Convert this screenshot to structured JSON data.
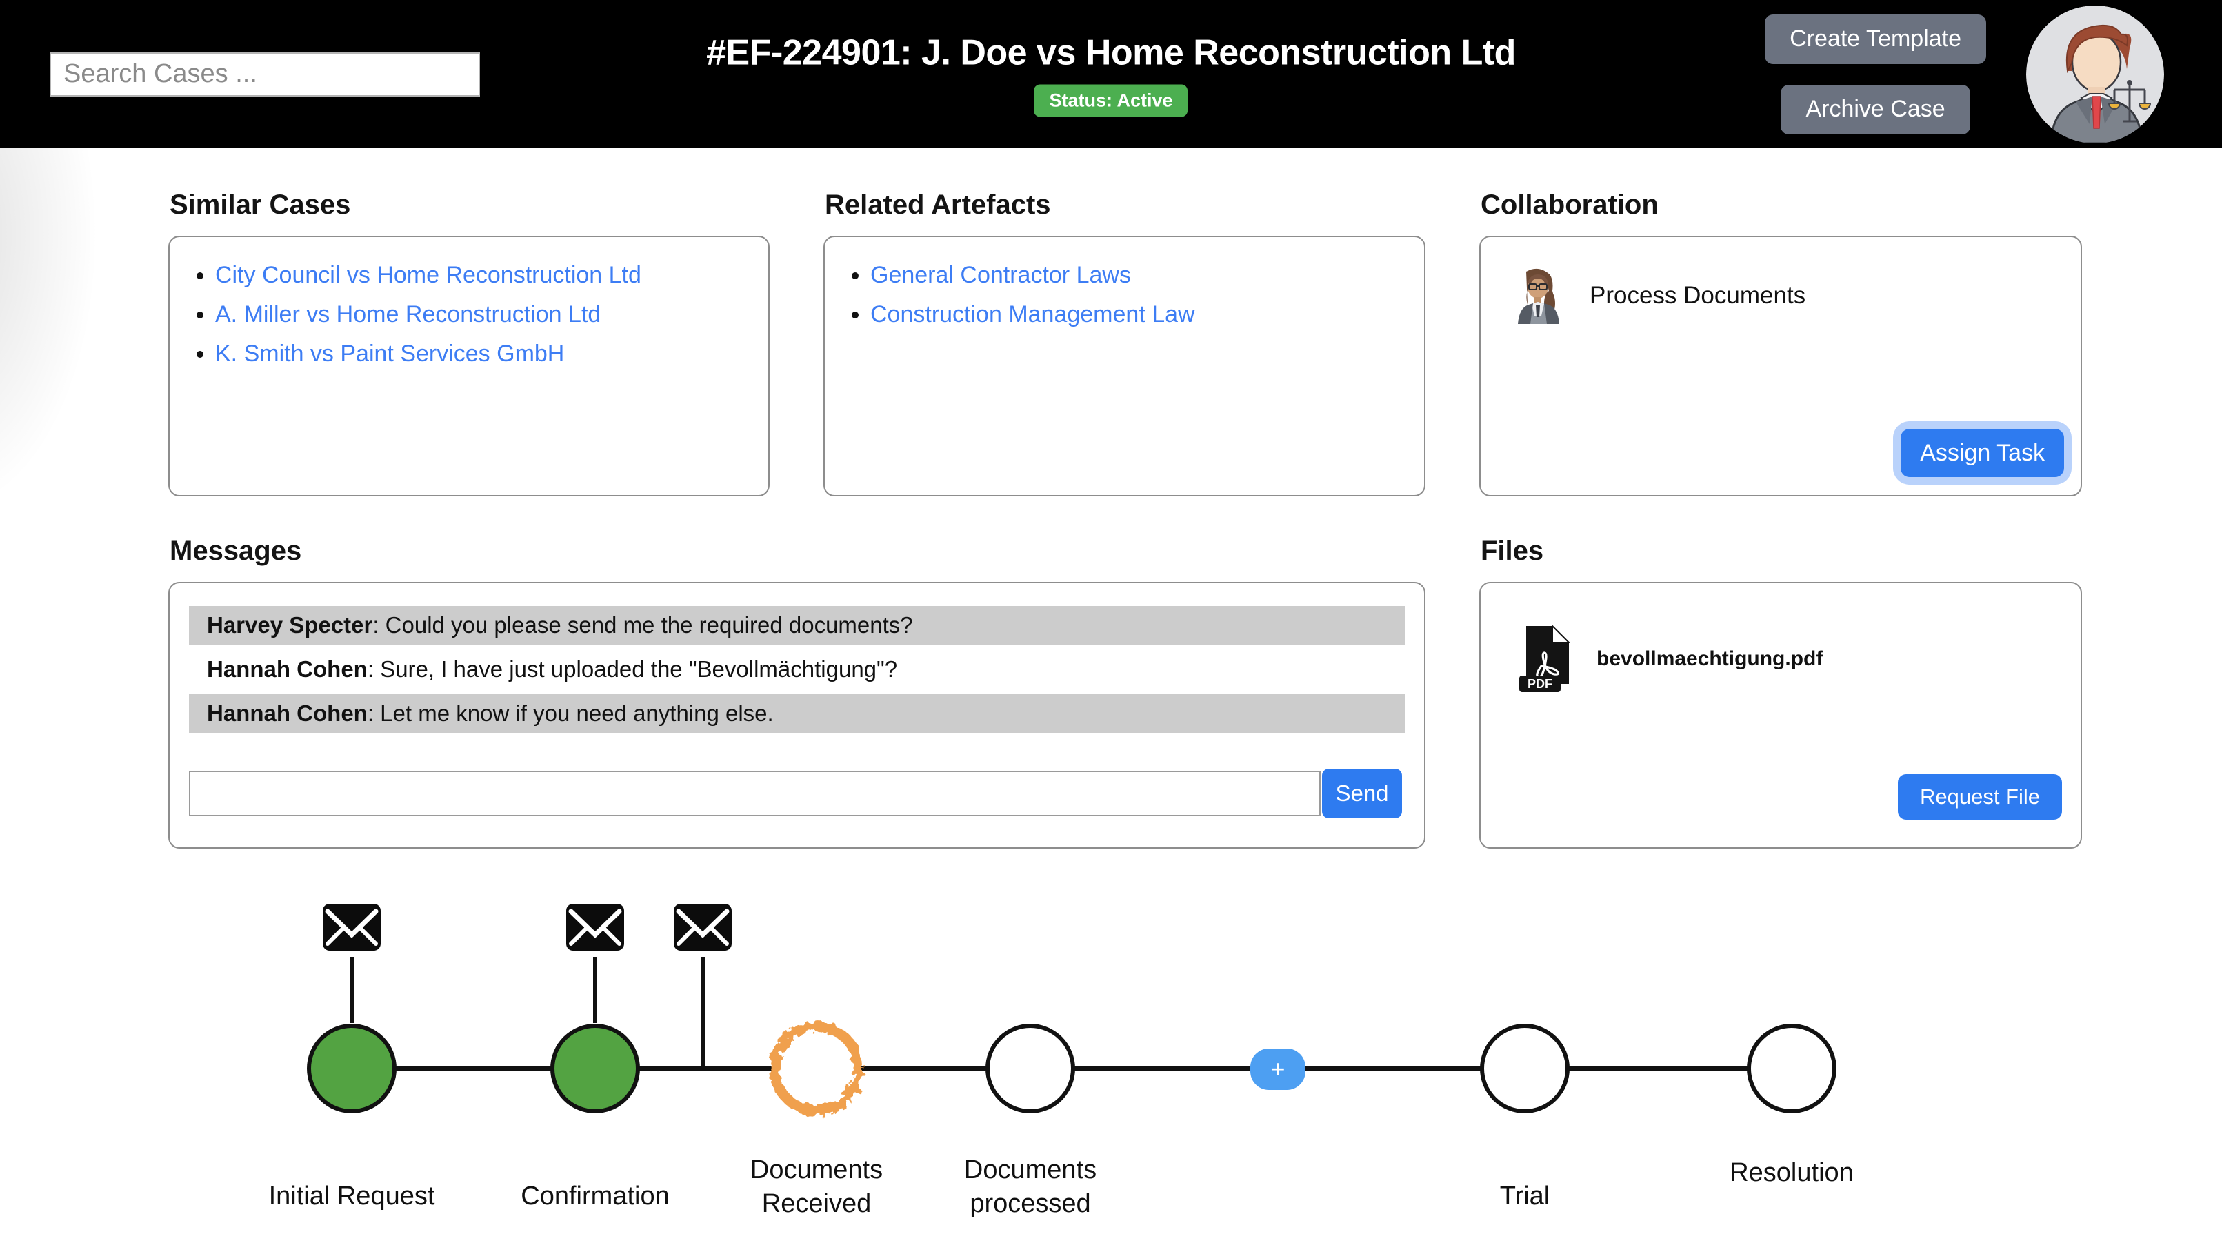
{
  "header": {
    "search_placeholder": "Search Cases ...",
    "title": "#EF-224901: J. Doe vs Home Reconstruction Ltd",
    "status_badge": "Status: Active",
    "create_template_button": "Create Template",
    "archive_case_button": "Archive Case",
    "avatar": "lawyer-profile-picture"
  },
  "similar_cases": {
    "title": "Similar Cases",
    "items": [
      "City Council vs Home Reconstruction Ltd",
      "A. Miller vs Home Reconstruction Ltd",
      "K. Smith vs Paint Services GmbH"
    ]
  },
  "related_artefacts": {
    "title": "Related Artefacts",
    "items": [
      "General Contractor Laws",
      "Construction Management Law"
    ]
  },
  "collaboration": {
    "title": "Collaboration",
    "task": {
      "assignee_avatar": "colleague-avatar",
      "label": "Process Documents"
    },
    "assign_button": "Assign Task"
  },
  "messages": {
    "title": "Messages",
    "items": [
      {
        "sender": "Harvey Specter",
        "text": "Could you please send me the required documents?",
        "shaded": true
      },
      {
        "sender": "Hannah Cohen",
        "text": "Sure, I have just uploaded the \"Bevollmächtigung\"?",
        "shaded": false
      },
      {
        "sender": "Hannah Cohen",
        "text": "Let me know if you need anything else.",
        "shaded": true
      }
    ],
    "input_value": "",
    "send_button": "Send"
  },
  "files": {
    "title": "Files",
    "file": {
      "name": "bevollmaechtigung.pdf",
      "type": "PDF"
    },
    "request_button": "Request File"
  },
  "timeline": {
    "steps": [
      {
        "label": "Initial Request",
        "state": "complete",
        "envelope": true
      },
      {
        "label": "Confirmation",
        "state": "complete",
        "envelope": true
      },
      {
        "label": "Documents\nReceived",
        "state": "current",
        "incoming_envelope": true
      },
      {
        "label": "Documents\nprocessed",
        "state": "pending"
      },
      {
        "label": "Trial",
        "state": "pending"
      },
      {
        "label": "Resolution",
        "state": "pending"
      }
    ],
    "add_button_label": "+"
  },
  "colors": {
    "header_background": "#000000",
    "status_green": "#4caf50",
    "step_complete_green": "#53a342",
    "step_current_orange": "#f0a04e",
    "primary_button_blue": "#2e7bf0",
    "focus_ring_blue": "#b9d2fb",
    "add_pill_blue": "#4d9ff2",
    "link_blue": "#3d7df4",
    "gray_button": "#6b7280",
    "message_row_gray": "#cccccc"
  }
}
